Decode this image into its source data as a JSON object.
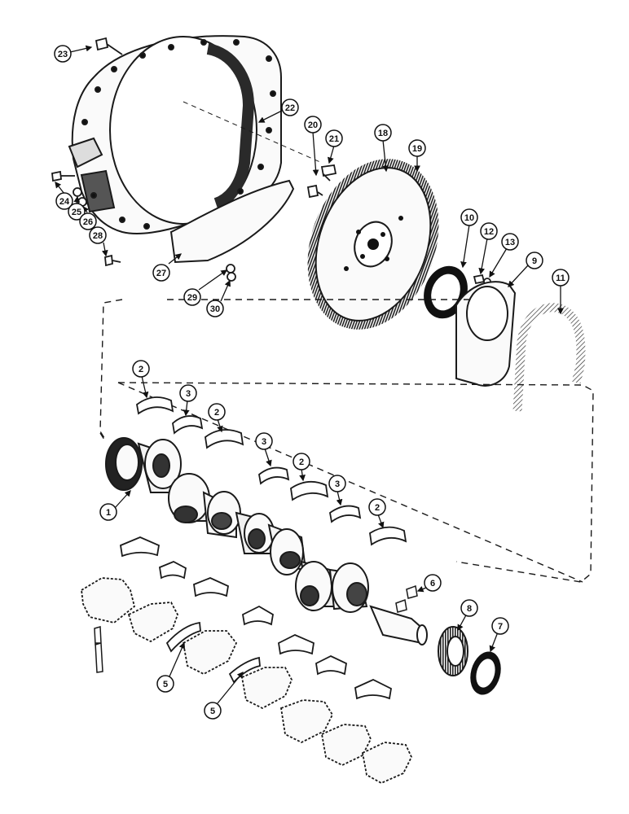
{
  "callouts": [
    "1",
    "2",
    "3",
    "5",
    "6",
    "7",
    "8",
    "9",
    "10",
    "11",
    "12",
    "13",
    "18",
    "19",
    "20",
    "21",
    "22",
    "23",
    "24",
    "25",
    "26",
    "27",
    "28",
    "29",
    "30"
  ],
  "ink_color": "#1a1a1a"
}
